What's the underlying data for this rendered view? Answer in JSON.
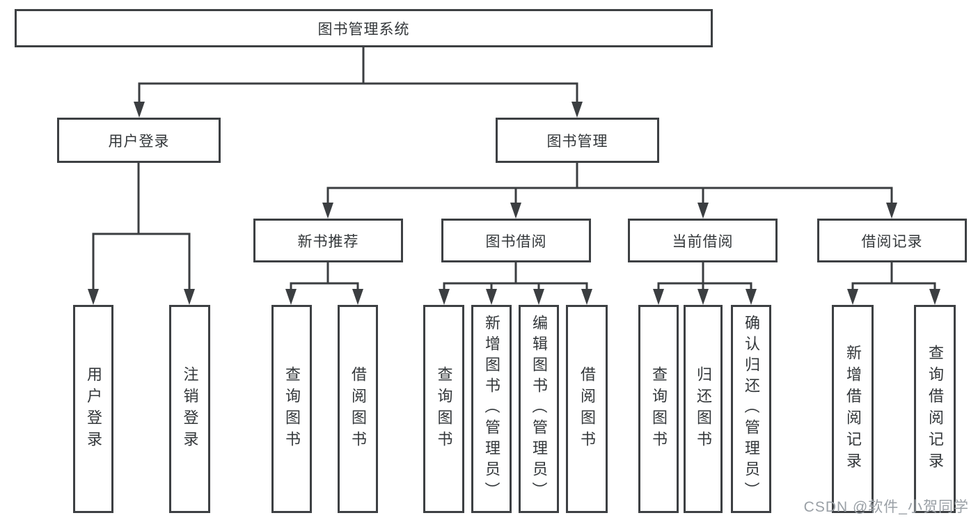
{
  "diagram": {
    "title": "图书管理系统",
    "watermark": "CSDN @软件_小贺同学",
    "colors": {
      "line": "#3b3e41",
      "border": "#3d4043",
      "text": "#33373a",
      "watermark": "#9aa0a6",
      "background": "#ffffff"
    },
    "nodes": {
      "root": "图书管理系统",
      "user_login": "用户登录",
      "book_mgmt": "图书管理",
      "new_book_rec": "新书推荐",
      "book_borrow": "图书借阅",
      "current_borrow": "当前借阅",
      "borrow_records": "借阅记录",
      "leaf_user_login": "用户登录",
      "leaf_logout": "注销登录",
      "leaf_query_book_a": "查询图书",
      "leaf_borrow_book_a": "借阅图书",
      "leaf_query_book_b": "查询图书",
      "leaf_add_book": "新增图书（管理员）",
      "leaf_edit_book": "编辑图书（管理员）",
      "leaf_borrow_book_b": "借阅图书",
      "leaf_query_book_c": "查询图书",
      "leaf_return_book": "归还图书",
      "leaf_confirm_return": "确认归还（管理员）",
      "leaf_add_record": "新增借阅记录",
      "leaf_query_record": "查询借阅记录"
    },
    "hierarchy": [
      {
        "label": "图书管理系统",
        "children": [
          {
            "label": "用户登录",
            "children": [
              {
                "label": "用户登录"
              },
              {
                "label": "注销登录"
              }
            ]
          },
          {
            "label": "图书管理",
            "children": [
              {
                "label": "新书推荐",
                "children": [
                  {
                    "label": "查询图书"
                  },
                  {
                    "label": "借阅图书"
                  }
                ]
              },
              {
                "label": "图书借阅",
                "children": [
                  {
                    "label": "查询图书"
                  },
                  {
                    "label": "新增图书（管理员）"
                  },
                  {
                    "label": "编辑图书（管理员）"
                  },
                  {
                    "label": "借阅图书"
                  }
                ]
              },
              {
                "label": "当前借阅",
                "children": [
                  {
                    "label": "查询图书"
                  },
                  {
                    "label": "归还图书"
                  },
                  {
                    "label": "确认归还（管理员）"
                  }
                ]
              },
              {
                "label": "借阅记录",
                "children": [
                  {
                    "label": "新增借阅记录"
                  },
                  {
                    "label": "查询借阅记录"
                  }
                ]
              }
            ]
          }
        ]
      }
    ]
  }
}
